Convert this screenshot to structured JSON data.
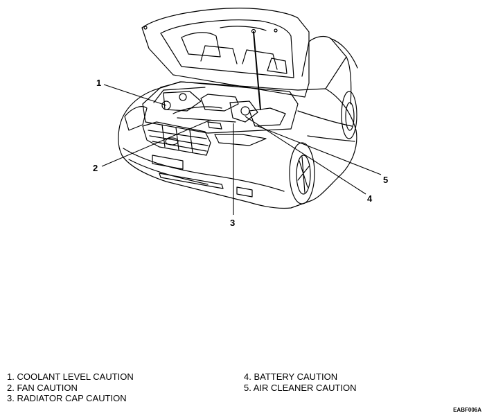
{
  "callouts": [
    {
      "number": "1"
    },
    {
      "number": "2"
    },
    {
      "number": "3"
    },
    {
      "number": "4"
    },
    {
      "number": "5"
    }
  ],
  "legend": [
    {
      "label": "1. COOLANT LEVEL CAUTION"
    },
    {
      "label": "2. FAN CAUTION"
    },
    {
      "label": "3. RADIATOR CAP CAUTION"
    },
    {
      "label": "4. BATTERY CAUTION"
    },
    {
      "label": "5. AIR CLEANER CAUTION"
    }
  ],
  "figure_code": "EABF006A"
}
